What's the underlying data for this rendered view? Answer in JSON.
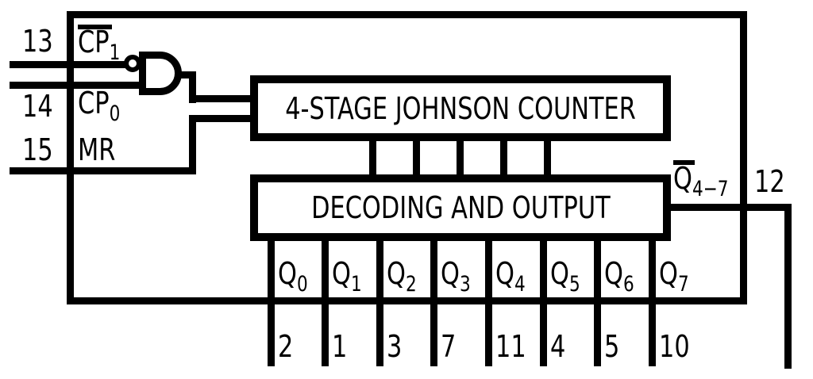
{
  "colors": {
    "line": "#000000",
    "background": "#ffffff"
  },
  "blocks": {
    "johnson_counter_title": "4-STAGE JOHNSON COUNTER",
    "decoding_output_title": "DECODING AND OUTPUT"
  },
  "inputs": {
    "cp1": {
      "pin": "13",
      "base": "CP",
      "sub": "1",
      "overline": true
    },
    "cp0": {
      "pin": "14",
      "base": "CP",
      "sub": "0",
      "overline": false
    },
    "mr": {
      "pin": "15",
      "label": "MR",
      "overline": false
    }
  },
  "qbar": {
    "pin": "12",
    "base": "Q",
    "sub": "4−7",
    "overline": true
  },
  "outputs": [
    {
      "base": "Q",
      "sub": "0",
      "pin": "2"
    },
    {
      "base": "Q",
      "sub": "1",
      "pin": "1"
    },
    {
      "base": "Q",
      "sub": "2",
      "pin": "3"
    },
    {
      "base": "Q",
      "sub": "3",
      "pin": "7"
    },
    {
      "base": "Q",
      "sub": "4",
      "pin": "11"
    },
    {
      "base": "Q",
      "sub": "5",
      "pin": "4"
    },
    {
      "base": "Q",
      "sub": "6",
      "pin": "5"
    },
    {
      "base": "Q",
      "sub": "7",
      "pin": "10"
    }
  ]
}
